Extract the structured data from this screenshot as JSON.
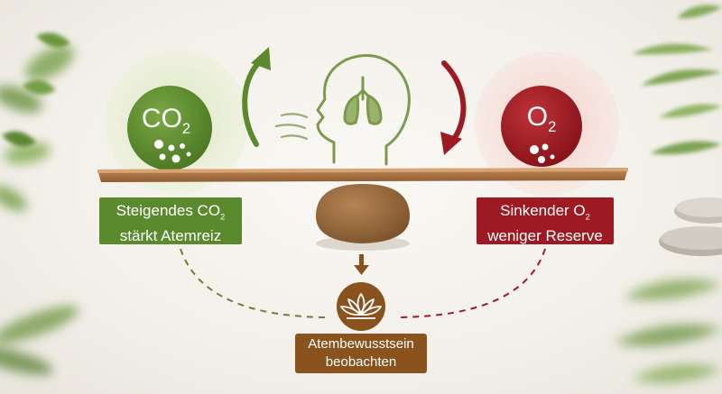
{
  "balls": {
    "left": {
      "formula": "CO",
      "subscript": "2"
    },
    "right": {
      "formula": "O",
      "subscript": "2"
    }
  },
  "labels": {
    "left": {
      "line1_text": "Steigendes CO",
      "line1_sub": "2",
      "line2": "stärkt Atemreiz"
    },
    "right": {
      "line1_text": "Sinkender O",
      "line1_sub": "2",
      "line2": "weniger Reserve"
    },
    "bottom": {
      "line1": "Atembewusstsein",
      "line2": "beobachten"
    }
  },
  "colors": {
    "green": "#5b8a2e",
    "red": "#9e1a22",
    "brown": "#8a531d",
    "wood": "#b07a4a"
  },
  "icons": [
    "leaf-icon",
    "lungs-head-icon",
    "lotus-icon",
    "stones-icon"
  ]
}
